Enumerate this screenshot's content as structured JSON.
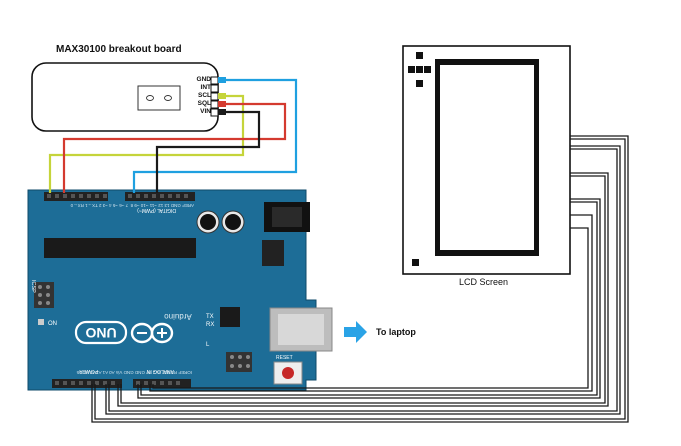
{
  "sensor": {
    "title": "MAX30100 breakout board",
    "pins": [
      "GND",
      "INT",
      "SCL",
      "SQL",
      "VIN"
    ]
  },
  "lcd": {
    "label": "LCD Screen"
  },
  "arduino": {
    "brand": "Arduino",
    "model": "UNO",
    "logo_text": "∞",
    "header_top_left": "AREF  GND  13  12  ~11  ~10  ~9  8",
    "header_top_right": "7  ~6  ~5  4  ~3  2  TX→1  RX←0",
    "header_bottom_left": "IOREF  RESET  3V3  5V  GND  GND  Vin",
    "header_bottom_right": "A0  A1  A2  A3  A4  A5",
    "power_label": "POWER",
    "analog_label": "ANALOG IN",
    "digital_label": "DIGITAL (PWM~)",
    "icsp_label": "ICSP",
    "on_label": "ON",
    "tx_label": "TX",
    "rx_label": "RX",
    "l_label": "L",
    "reset_label": "RESET"
  },
  "usb": {
    "label": "To laptop"
  },
  "colors": {
    "board": "#1d6d97",
    "board_dark": "#17587a",
    "wire_blue": "#1fa0e0",
    "wire_yellow": "#c5d43a",
    "wire_red": "#d43a2f",
    "wire_black": "#1a1a1a",
    "arrow": "#2aa3e6"
  }
}
